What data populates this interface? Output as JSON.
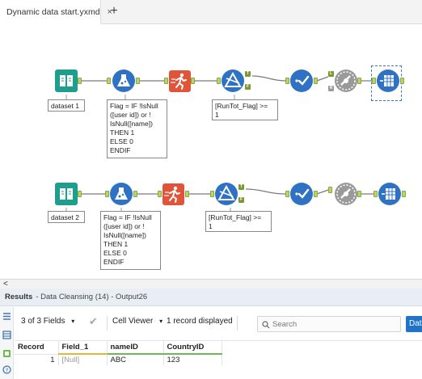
{
  "tab": {
    "title": "Dynamic data start.yxmd",
    "close_glyph": "×",
    "new_tab_glyph": "+"
  },
  "canvas": {
    "row1": {
      "input_label": "dataset 1",
      "formula_lines": [
        "Flag = IF !IsNull",
        "([user id]) or !",
        "IsNull([name])",
        "THEN 1",
        "ELSE 0",
        "ENDIF"
      ],
      "filter_lines": [
        "[RunTot_Flag] >=",
        "1"
      ]
    },
    "row2": {
      "input_label": "dataset 2",
      "formula_lines": [
        "Flag = IF !IsNull",
        "([user id]) or !",
        "IsNull([name])",
        "THEN 1",
        "ELSE 0",
        "ENDIF"
      ],
      "filter_lines": [
        "[RunTot_Flag] >=",
        "1"
      ]
    },
    "anchor_labels": {
      "true": "T",
      "false": "F",
      "left": "L",
      "right": "R"
    },
    "colors": {
      "input": "#1e9e8c",
      "formula": "#2f72c4",
      "runtotal": "#e0553a",
      "filter": "#2f72c4",
      "select": "#2f72c4",
      "join": "#9a9a9a",
      "output": "#2f72c4",
      "anchor": "#b9d46c"
    }
  },
  "splitter": {
    "collapse_glyph": "<"
  },
  "results": {
    "title": "Results",
    "subtitle": "- Data Cleansing (14) - Output26",
    "toolbar": {
      "fields_label": "3 of 3 Fields",
      "viewer_label": "Cell Viewer",
      "records_label": "1 record displayed",
      "search_placeholder": "Search",
      "data_button": "Data"
    },
    "table": {
      "headers": [
        "Record",
        "Field_1",
        "nameID",
        "CountryID"
      ],
      "rows": [
        {
          "record": "1",
          "field_1": "[Null]",
          "nameID": "ABC",
          "CountryID": "123"
        }
      ]
    }
  }
}
